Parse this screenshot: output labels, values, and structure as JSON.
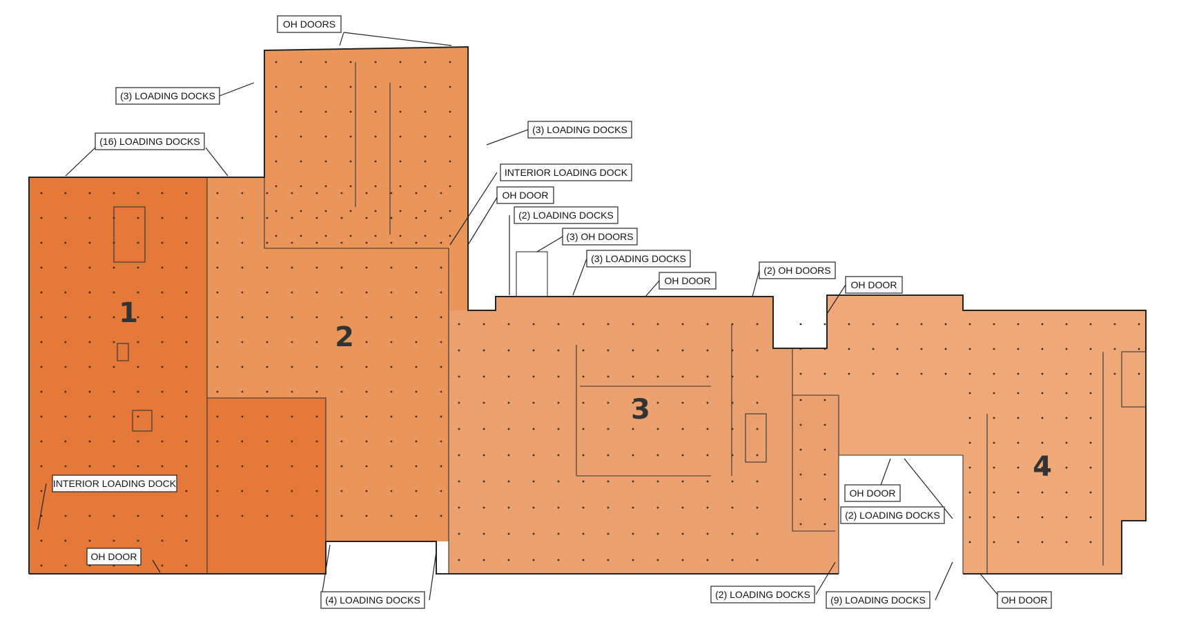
{
  "colors": {
    "zone_1": "#E5793A",
    "zone_2": "#EA955A",
    "zone_3": "#EBA06F",
    "zone_4": "#EFA878",
    "outline": "#222222",
    "column_dots": "#3a2a1f"
  },
  "zones": [
    {
      "id": "zone_1",
      "label": "1"
    },
    {
      "id": "zone_2",
      "label": "2"
    },
    {
      "id": "zone_3",
      "label": "3"
    },
    {
      "id": "zone_4",
      "label": "4"
    }
  ],
  "callouts": {
    "oh_doors_top": "OH DOORS",
    "loading_docks_3_left": "(3) LOADING DOCKS",
    "loading_docks_16": "(16) LOADING DOCKS",
    "loading_docks_3_right": "(3) LOADING DOCKS",
    "interior_loading_dock_top": "INTERIOR LOADING DOCK",
    "oh_door_mid": "OH DOOR",
    "loading_docks_2_top": "(2) LOADING DOCKS",
    "oh_doors_3": "(3) OH DOORS",
    "loading_docks_3_mid": "(3) LOADING DOCKS",
    "oh_door_z3": "OH DOOR",
    "oh_doors_2": "(2) OH DOORS",
    "oh_door_z4": "OH DOOR",
    "interior_loading_dock_left": "INTERIOR LOADING DOCK",
    "oh_door_bottom_left": "OH DOOR",
    "loading_docks_4": "(4) LOADING DOCKS",
    "oh_door_courtyard": "OH DOOR",
    "loading_docks_2_courtyard": "(2) LOADING DOCKS",
    "loading_docks_2_bottom": "(2) LOADING DOCKS",
    "loading_docks_9": "(9) LOADING DOCKS",
    "oh_door_bottom_right": "OH DOOR"
  }
}
